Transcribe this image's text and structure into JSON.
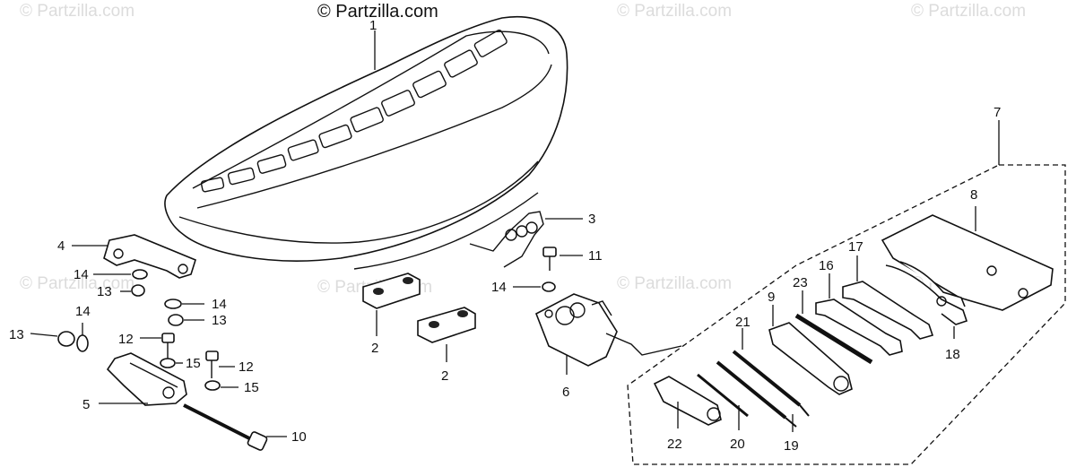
{
  "watermarks": [
    "© Partzilla.com",
    "© Partzilla.com",
    "© Partzilla.com",
    "© Partzilla.com",
    "© Partzilla.com",
    "© Partzilla.com",
    "© Partzilla.com"
  ],
  "credit": "© Partzilla.com",
  "callouts": {
    "c1": "1",
    "c2a": "2",
    "c2b": "2",
    "c3": "3",
    "c4": "4",
    "c5": "5",
    "c6": "6",
    "c7": "7",
    "c8": "8",
    "c9": "9",
    "c10": "10",
    "c11": "11",
    "c12a": "12",
    "c12b": "12",
    "c13a": "13",
    "c13b": "13",
    "c13c": "13",
    "c14a": "14",
    "c14b": "14",
    "c14c": "14",
    "c14d": "14",
    "c15a": "15",
    "c15b": "15",
    "c16": "16",
    "c17": "17",
    "c18": "18",
    "c19": "19",
    "c20": "20",
    "c21": "21",
    "c22": "22",
    "c23": "23"
  }
}
